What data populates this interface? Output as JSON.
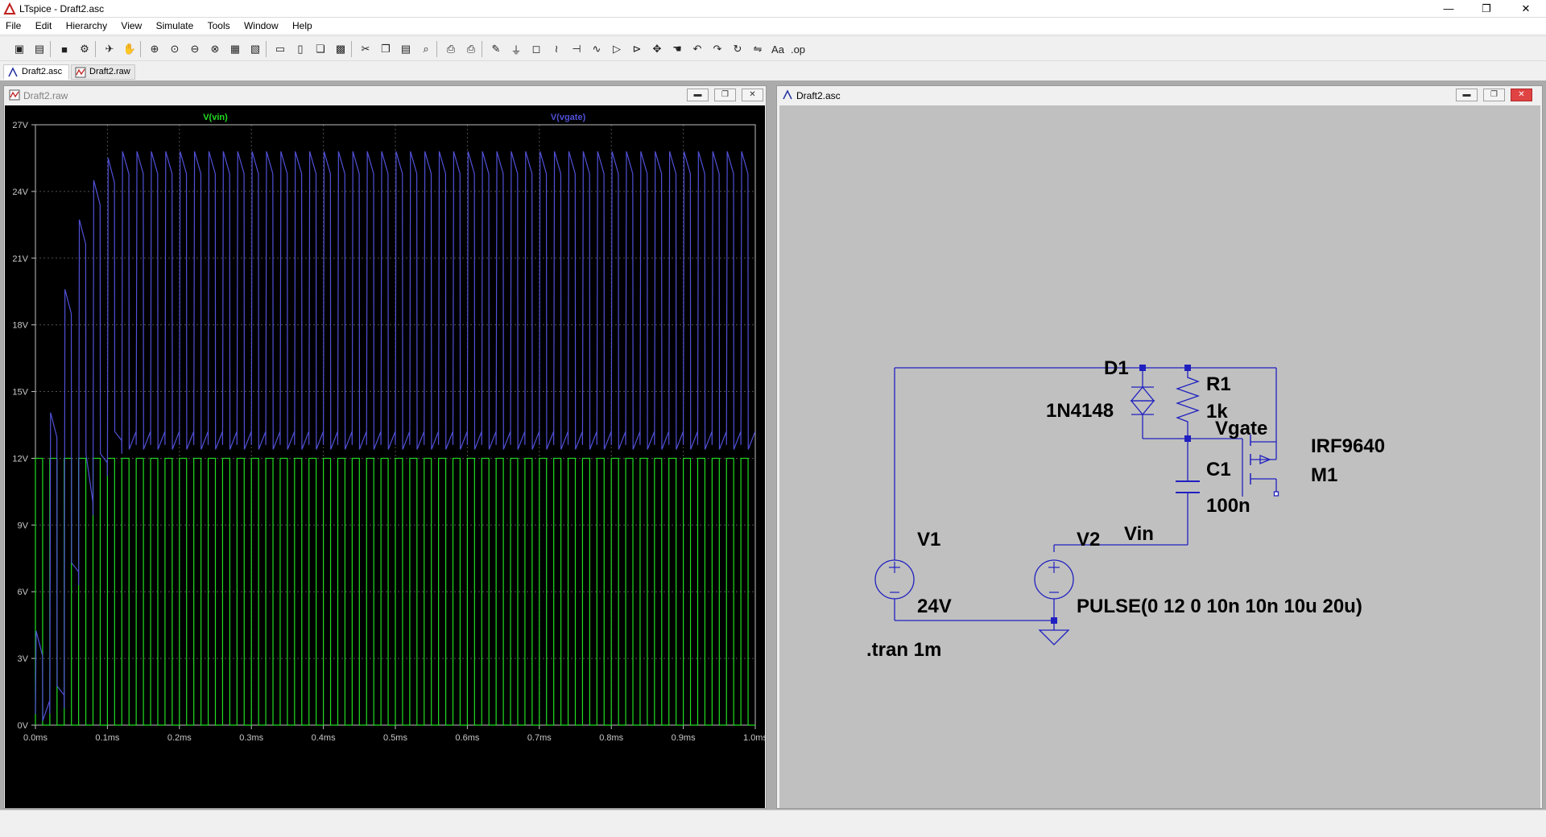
{
  "window": {
    "title": "LTspice - Draft2.asc",
    "min_label": "—",
    "restore_label": "❐",
    "close_label": "✕"
  },
  "menu": [
    "File",
    "Edit",
    "Hierarchy",
    "View",
    "Simulate",
    "Tools",
    "Window",
    "Help"
  ],
  "toolbar_icons": [
    "new-schematic-icon",
    "open-icon",
    "save-icon",
    "control-panel-icon",
    "run-icon",
    "halt-icon",
    "zoom-in-icon",
    "zoom-pan-icon",
    "zoom-out-icon",
    "zoom-fit-icon",
    "autorange-icon",
    "delete-plot-icon",
    "tile-horizontal-icon",
    "tile-vertical-icon",
    "cascade-icon",
    "close-all-icon",
    "cut-icon",
    "copy-icon",
    "paste-icon",
    "find-icon",
    "print-setup-icon",
    "print-icon",
    "wire-icon",
    "ground-icon",
    "label-net-icon",
    "resistor-icon",
    "capacitor-icon",
    "inductor-icon",
    "diode-icon",
    "component-icon",
    "move-icon",
    "drag-icon",
    "undo-icon",
    "redo-icon",
    "rotate-icon",
    "mirror-icon",
    "text-icon",
    "spice-directive-icon"
  ],
  "tabs": [
    {
      "label": "Draft2.asc",
      "icon": "schematic-icon"
    },
    {
      "label": "Draft2.raw",
      "icon": "waveform-icon"
    }
  ],
  "waveform_window": {
    "title": "Draft2.raw"
  },
  "schematic_window": {
    "title": "Draft2.asc"
  },
  "chart_data": {
    "type": "line",
    "xlabel": "",
    "ylabel": "",
    "xlim": [
      0,
      1.0
    ],
    "ylim": [
      0,
      27
    ],
    "x_ticks": [
      "0.0ms",
      "0.1ms",
      "0.2ms",
      "0.3ms",
      "0.4ms",
      "0.5ms",
      "0.6ms",
      "0.7ms",
      "0.8ms",
      "0.9ms",
      "1.0ms"
    ],
    "y_ticks": [
      "0V",
      "3V",
      "6V",
      "9V",
      "12V",
      "15V",
      "18V",
      "21V",
      "24V",
      "27V"
    ],
    "grid": true,
    "background": "#000000",
    "series": [
      {
        "name": "V(vin)",
        "color": "#22dd22",
        "description": "pulse 0 to 12V, period 20us, 10us on"
      },
      {
        "name": "V(vgate)",
        "color": "#5050d8",
        "description": "sawtooth charging to ~24.5-25.8V"
      }
    ]
  },
  "schematic": {
    "labels": {
      "d1": "D1",
      "d1_model": "1N4148",
      "r1": "R1",
      "r1_value": "1k",
      "vgate": "Vgate",
      "m1_model": "IRF9640",
      "m1": "M1",
      "c1": "C1",
      "c1_value": "100n",
      "vin": "Vin",
      "v1": "V1",
      "v1_value": "24V",
      "v2": "V2",
      "v2_value": "PULSE(0 12 0 10n 10n 10u 20u)",
      "directive": ".tran 1m"
    },
    "wire_color": "#2020c0",
    "background": "#c0c0c0"
  }
}
